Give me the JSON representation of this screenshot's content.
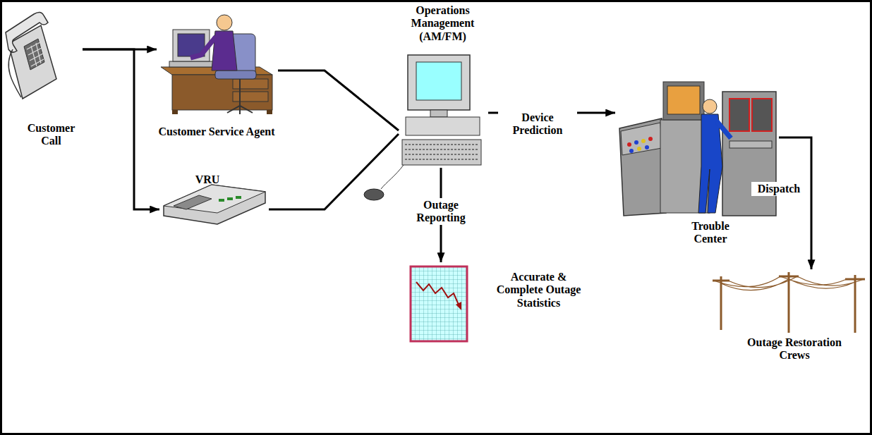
{
  "diagram": {
    "nodes": [
      {
        "text": [
          "Customer Call"
        ]
      },
      {
        "text": [
          "Customer Service Agent"
        ]
      },
      {
        "text": [
          "VRU"
        ]
      },
      {
        "text": [
          "Operations Management (AM/FM)"
        ]
      },
      {
        "text": [
          "Trouble Center"
        ]
      },
      {
        "text": [
          "Accurate & Complete Outage Statistics"
        ]
      },
      {
        "text": [
          "Outage Restoration Crews"
        ]
      }
    ],
    "edges": [
      {
        "from": 0,
        "to": 1,
        "arrow": "to"
      },
      {
        "from": 0,
        "to": 2,
        "arrow": "to"
      },
      {
        "from": 1,
        "to": 3,
        "arrow": "none"
      },
      {
        "from": 2,
        "to": 3,
        "arrow": "none"
      },
      {
        "from": 3,
        "to": 4,
        "label": "Device Prediction",
        "arrow": "to"
      },
      {
        "from": 3,
        "to": 5,
        "label": "Outage Reporting",
        "arrow": "to"
      },
      {
        "from": 4,
        "to": 6,
        "label": "Dispatch",
        "arrow": "to"
      }
    ]
  }
}
